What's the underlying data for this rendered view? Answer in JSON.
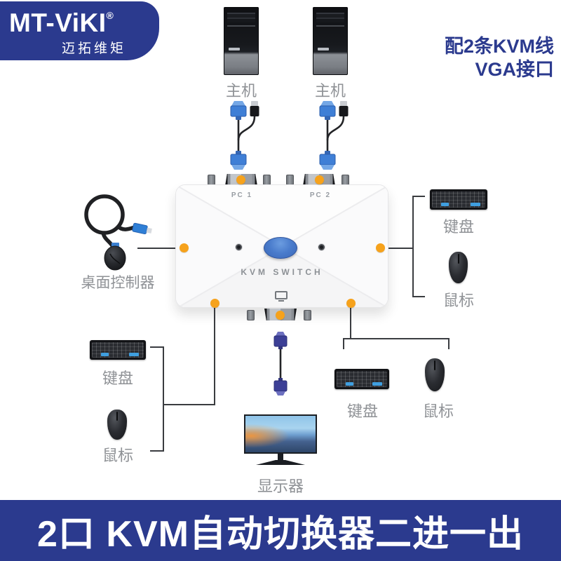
{
  "brand": {
    "name": "MT-ViKI",
    "reg": "®",
    "cn": "迈拓维矩"
  },
  "note": {
    "line1": "配2条KVM线",
    "line2": "VGA接口"
  },
  "hosts": [
    {
      "label": "主机"
    },
    {
      "label": "主机"
    }
  ],
  "switch": {
    "port1": "PC 1",
    "port2": "PC 2",
    "name": "KVM SWITCH"
  },
  "controller": {
    "label": "桌面控制器"
  },
  "right_group": {
    "keyboard": "键盘",
    "mouse": "鼠标"
  },
  "bottom_left_group": {
    "keyboard": "键盘",
    "mouse": "鼠标"
  },
  "bottom_right_group": {
    "keyboard": "键盘",
    "mouse": "鼠标"
  },
  "monitor": {
    "label": "显示器"
  },
  "banner": {
    "text": "2口 KVM自动切换器二进一出"
  },
  "colors": {
    "brand_blue": "#2b3a8e",
    "accent_orange": "#f6a21c",
    "vga_blue": "#3f7fd6",
    "cable_navy": "#3c3f96",
    "line_gray": "#3a3c40",
    "label_gray": "#8f9296"
  }
}
